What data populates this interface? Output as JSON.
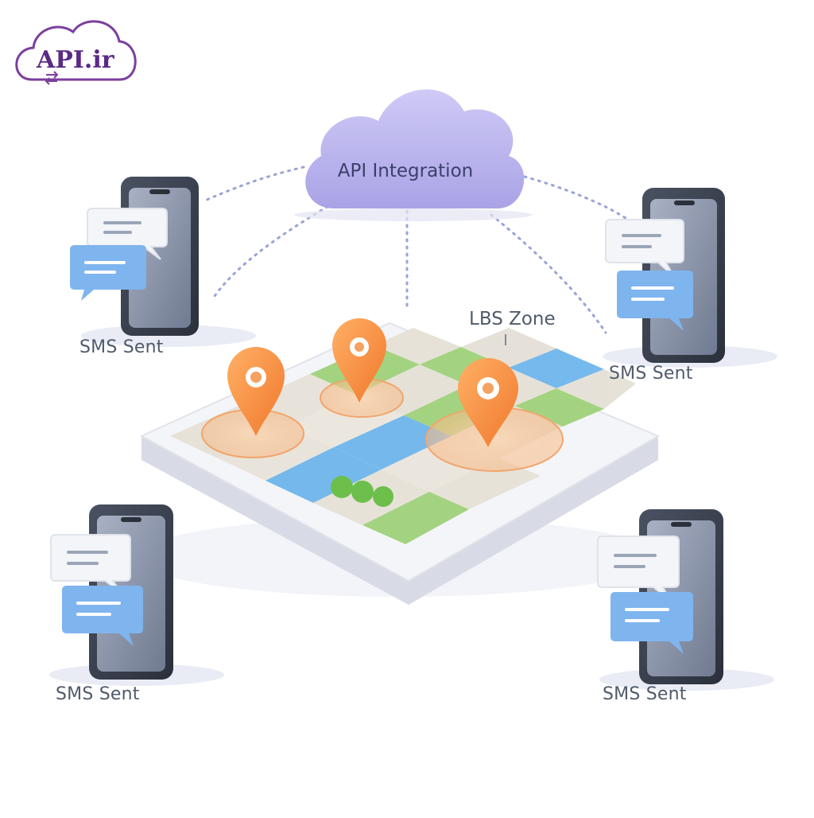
{
  "logo": {
    "text": "API.ir",
    "color": "#5b2a86",
    "icon": "cloud-icon"
  },
  "cloud": {
    "label": "API Integration",
    "color": "#b9b4ee"
  },
  "zone": {
    "label": "LBS Zone"
  },
  "map": {
    "pin_color": "#f59a4a",
    "pin_count": 3
  },
  "phones": [
    {
      "position": "top-left",
      "caption": "SMS Sent"
    },
    {
      "position": "top-right",
      "caption": "SMS Sent"
    },
    {
      "position": "bottom-left",
      "caption": "SMS Sent"
    },
    {
      "position": "bottom-right",
      "caption": "SMS Sent"
    }
  ],
  "colors": {
    "connector": "#9aa3d6",
    "phone_body": "#3c4352",
    "bubble_white": "#f3f5f9",
    "bubble_blue": "#7fb5ee",
    "map_green": "#9fd27a",
    "map_water": "#6fb6ec"
  }
}
